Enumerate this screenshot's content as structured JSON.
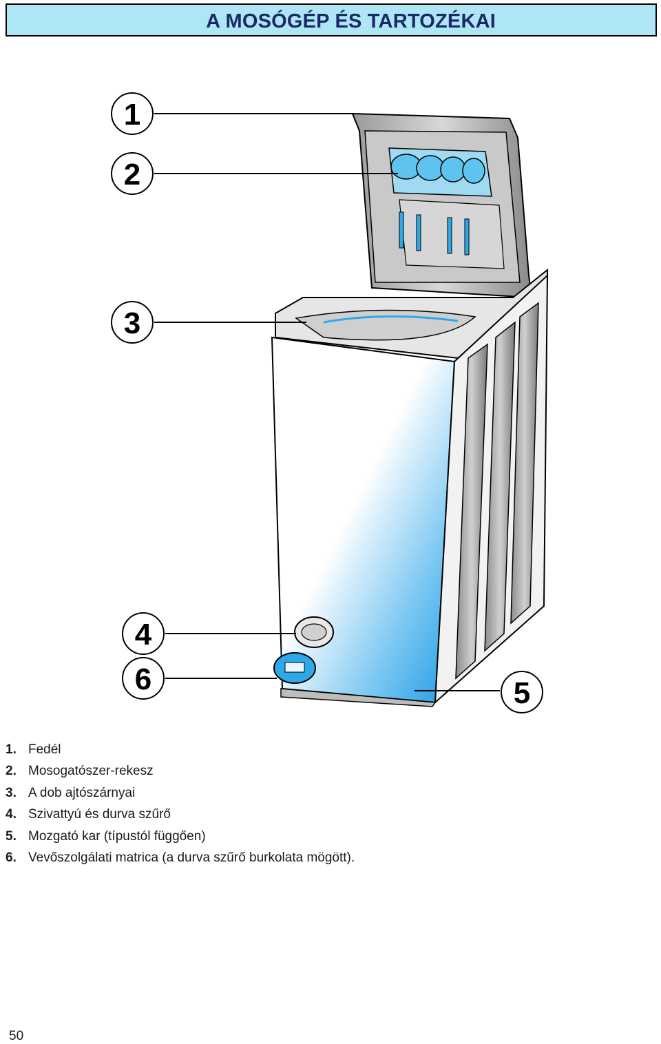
{
  "page": {
    "title": "A MOSÓGÉP ÉS TARTOZÉKAI",
    "page_number": "50"
  },
  "figure": {
    "callout_numbers": [
      "1",
      "2",
      "3",
      "4",
      "6",
      "5"
    ],
    "colors": {
      "accent_blue": "#1e9be6",
      "title_bg": "#aee6f5",
      "title_text": "#1a2a66"
    }
  },
  "legend": [
    {
      "num": "1.",
      "text": "Fedél"
    },
    {
      "num": "2.",
      "text": "Mosogatószer-rekesz"
    },
    {
      "num": "3.",
      "text": "A dob ajtószárnyai"
    },
    {
      "num": "4.",
      "text": "Szivattyú és durva szűrő"
    },
    {
      "num": "5.",
      "text": "Mozgató kar (típustól függően)"
    },
    {
      "num": "6.",
      "text": "Vevőszolgálati matrica (a durva szűrő burkolata mögött)."
    }
  ]
}
